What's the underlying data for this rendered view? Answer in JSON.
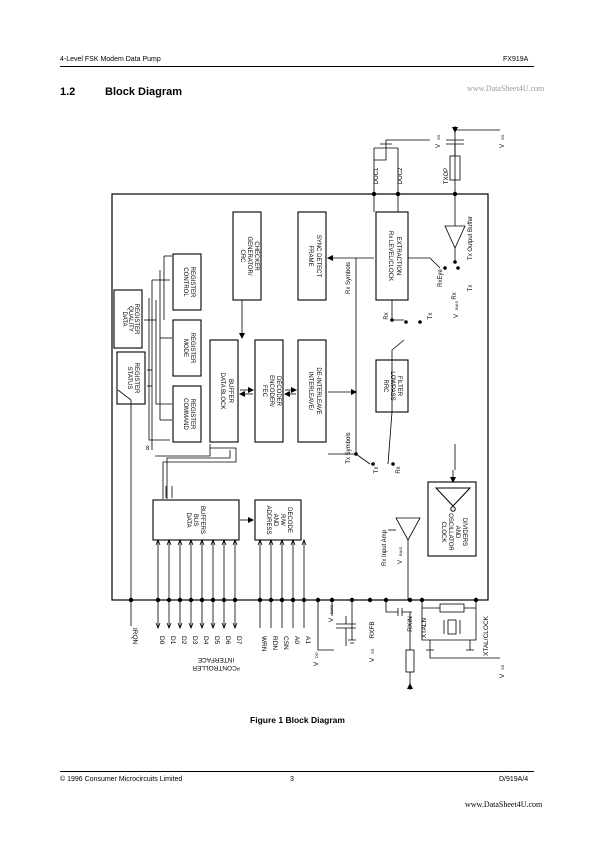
{
  "header": {
    "left": "4-Level FSK Modem Data Pump",
    "right": "FX919A"
  },
  "section": {
    "number": "1.2",
    "title": "Block Diagram"
  },
  "watermark": {
    "top": "www.DataSheet4U.com",
    "bottom": "www.DataSheet4U.com"
  },
  "diagram": {
    "blocks": {
      "data_quality": [
        "DATA",
        "QUALITY",
        "REGISTER"
      ],
      "status": [
        "STATUS",
        "REGISTER"
      ],
      "control": [
        "CONTROL",
        "REGISTER"
      ],
      "mode": [
        "MODE",
        "REGISTER"
      ],
      "command": [
        "COMMAND",
        "REGISTER"
      ],
      "data_block_buffer": [
        "DATA BLOCK",
        "BUFFER"
      ],
      "crc": [
        "CRC",
        "GENERATOR/",
        "CHECKER"
      ],
      "frame_sync": [
        "FRAME",
        "SYNC DETECT"
      ],
      "fec": [
        "FEC",
        "ENCODER/",
        "DECODER"
      ],
      "interleave": [
        "INTERLEAVE/",
        "DE-INTERLEAVE"
      ],
      "rx_level": [
        "Rx LEVEL/CLOCK",
        "EXTRACTION"
      ],
      "rrc": [
        "RRC",
        "LOWPASS",
        "FILTER"
      ],
      "data_bus": [
        "DATA",
        "BUS",
        "BUFFERS"
      ],
      "address": [
        "ADDRESS",
        "AND",
        "R/W",
        "DECODE"
      ],
      "clock": [
        "CLOCK",
        "OSCILLATOR",
        "AND",
        "DIVIDERS"
      ]
    },
    "labels": {
      "rx_symbols": "Rx Symbols",
      "tx_symbols": "Tx Symbols",
      "tx_output_buffer": "Tx Output Buffer",
      "rx_input_amp": "Rx Input Amp",
      "rx_eye": "RxEye",
      "rx": "Rx",
      "tx": "Tx",
      "vbias": "V",
      "vbias_sub": "BIAS",
      "bus_width": "8",
      "uc_interface_mu": "µ",
      "uc_interface_1": "CONTROLLER",
      "uc_interface_2": "INTERFACE"
    },
    "top_pins": [
      "DOC1",
      "DOC2",
      "TXOP"
    ],
    "top_supplies": [
      "V",
      "V"
    ],
    "top_supply_subs": [
      "SS",
      "SS"
    ],
    "bottom_pins": [
      "IRQN",
      "D0",
      "D1",
      "D2",
      "D3",
      "D4",
      "D5",
      "D6",
      "D7",
      "WRN",
      "RDN",
      "CSN",
      "A0",
      "A1"
    ],
    "analog_pins": [
      "RXFB",
      "RXIN",
      "XTALN",
      "XTAL/CLOCK"
    ],
    "bottom_supplies": {
      "vdd": "V",
      "vdd_sub": "DD",
      "vbias": "V",
      "vbias_sub": "BIAS",
      "vss1": "V",
      "vss1_sub": "SS",
      "vss2": "V",
      "vss2_sub": "SS"
    }
  },
  "figure_caption": "Figure 1 Block Diagram",
  "footer": {
    "left": "© 1996 Consumer Microcircuits Limited",
    "page": "3",
    "doc": "D/919A/4"
  }
}
